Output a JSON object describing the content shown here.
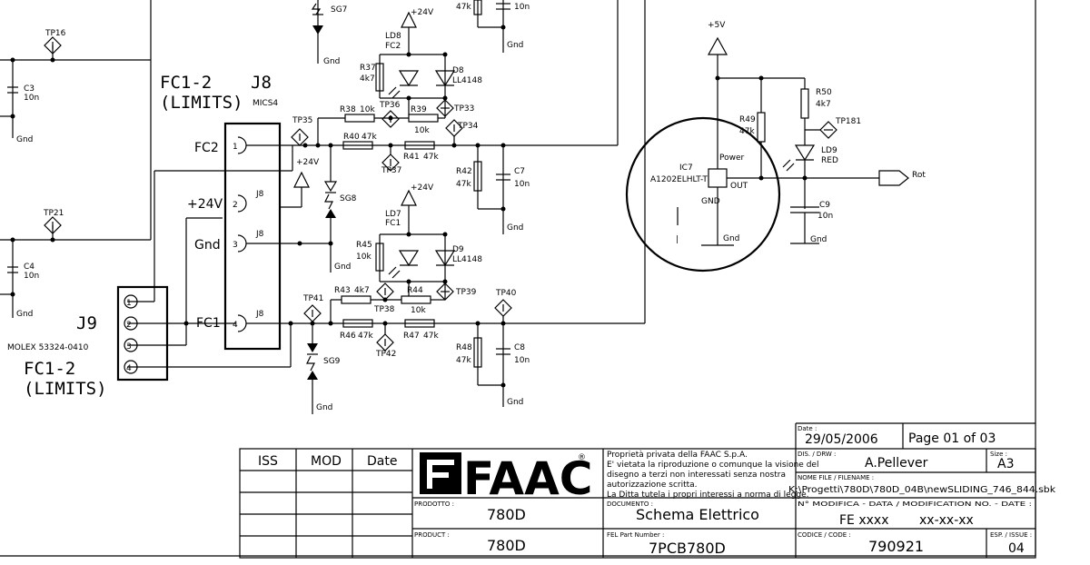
{
  "schematic": {
    "connectors": {
      "j8": {
        "ref": "J8",
        "part": "MICS4",
        "pins": [
          "1",
          "2",
          "3",
          "4"
        ],
        "pin_tag": "J8",
        "nets": [
          "FC2",
          "+24V",
          "Gnd",
          "FC1"
        ]
      },
      "j9": {
        "ref": "J9",
        "part": "MOLEX 53324-0410",
        "pins": [
          "1",
          "2",
          "3",
          "4"
        ]
      },
      "caption": "FC1-2",
      "caption2": "(LIMITS)"
    },
    "nets": {
      "gnd": "Gnd",
      "v24": "+24V",
      "v5": "+5V",
      "rot": "Rot"
    },
    "testpoints": [
      "TP16",
      "TP21",
      "TP35",
      "TP36",
      "TP33",
      "TP34",
      "TP37",
      "TP41",
      "TP38",
      "TP39",
      "TP42",
      "TP40",
      "TP181"
    ],
    "resistors": [
      {
        "ref": "R37",
        "value": "4k7"
      },
      {
        "ref": "R38",
        "value": "10k"
      },
      {
        "ref": "R39",
        "value": "10k"
      },
      {
        "ref": "R40",
        "value": "47k"
      },
      {
        "ref": "R41",
        "value": "47k"
      },
      {
        "ref": "R42",
        "value": "47k"
      },
      {
        "ref": "R43",
        "value": "4k7"
      },
      {
        "ref": "R44",
        "value": "10k"
      },
      {
        "ref": "R45",
        "value": "10k"
      },
      {
        "ref": "R46",
        "value": "47k"
      },
      {
        "ref": "R47",
        "value": "47k"
      },
      {
        "ref": "R48",
        "value": "47k"
      },
      {
        "ref": "R49",
        "value": "47k"
      },
      {
        "ref": "R50",
        "value": "4k7"
      }
    ],
    "capacitors": [
      {
        "ref": "C3",
        "value": "10n"
      },
      {
        "ref": "C4",
        "value": "10n"
      },
      {
        "ref": "C7",
        "value": "10n"
      },
      {
        "ref": "C8",
        "value": "10n"
      },
      {
        "ref": "C9",
        "value": "10n"
      }
    ],
    "diodes": [
      {
        "ref": "LD8",
        "value": "FC2"
      },
      {
        "ref": "D8",
        "value": "LL4148"
      },
      {
        "ref": "LD7",
        "value": "FC1"
      },
      {
        "ref": "D9",
        "value": "LL4148"
      },
      {
        "ref": "LD9",
        "value": "RED"
      }
    ],
    "surge": [
      "SG7",
      "SG8",
      "SG9"
    ],
    "ic": {
      "ref": "IC7",
      "part": "A1202ELHLT-T",
      "power": "Power",
      "gnd": "GND",
      "out": "OUT",
      "mark": "|"
    },
    "partial": {
      "top_res": "47k",
      "top_cap": "10n"
    }
  },
  "title_block": {
    "revision_headers": [
      "ISS",
      "MOD",
      "Date"
    ],
    "logo": "FAAC",
    "logo_mark": "®",
    "notice": [
      "Proprietà privata della FAAC S.p.A.",
      "E' vietata la riproduzione o comunque la visione del",
      "disegno a terzi non interessati senza nostra",
      "autorizzazione scritta.",
      "La Ditta tutela i propri interessi a norma di legge."
    ],
    "date_label": "Date :",
    "date": "29/05/2006",
    "page": "Page 01 of 03",
    "drw_label": "DIS. / DRW :",
    "drawer": "A.Pellever",
    "size_label": "Size :",
    "size": "A3",
    "file_label": "NOME FILE / FILENAME :",
    "file": "K:\\Progetti\\780D\\780D_04B\\newSLIDING_746_844.sbk",
    "prodotto_label": "PRODOTTO :",
    "prodotto": "780D",
    "product_label": "PRODUCT :",
    "product": "780D",
    "documento_label": "DOCUMENTO :",
    "documento": "Schema Elettrico",
    "fel_label": "FEL Part Number :",
    "fel": "7PCB780D",
    "mod_label": "N° MODIFICA - DATA / MODIFICATION NO. - DATE :",
    "mod_no": "FE xxxx",
    "mod_date": "xx-xx-xx",
    "code_label": "CODICE / CODE :",
    "code": "790921",
    "issue_label": "ESP. / ISSUE :",
    "issue": "04"
  }
}
